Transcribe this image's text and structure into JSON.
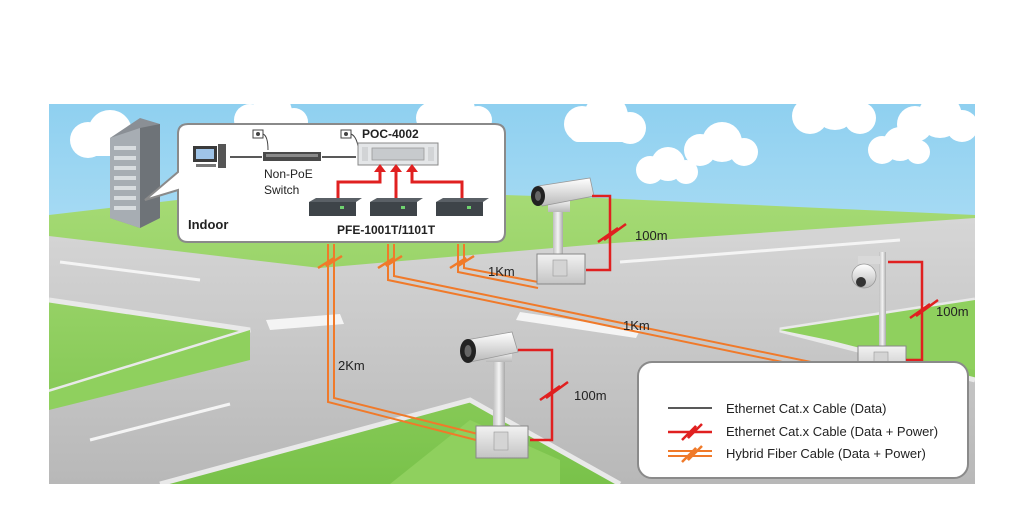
{
  "labels": {
    "indoor": "Indoor",
    "switch_line1": "Non-PoE",
    "switch_line2": "Switch",
    "poc": "POC-4002",
    "pfe": "PFE-1001T/1101T",
    "dist_1km_a": "1Km",
    "dist_1km_b": "1Km",
    "dist_2km": "2Km",
    "dist_100m_top": "100m",
    "dist_100m_right": "100m",
    "dist_100m_bottom": "100m"
  },
  "legend": {
    "items": [
      {
        "label": "Ethernet Cat.x Cable (Data)",
        "kind": "data"
      },
      {
        "label": "Ethernet Cat.x Cable (Data + Power)",
        "kind": "poe"
      },
      {
        "label": "Hybrid Fiber Cable (Data + Power)",
        "kind": "fiber"
      }
    ]
  },
  "colors": {
    "sky": "#b9e4f7",
    "grass": "#8ccf5a",
    "road": "#c8c8c8",
    "data_cable": "#222222",
    "poe_cable": "#e02020",
    "fiber_cable": "#f07a2a"
  }
}
